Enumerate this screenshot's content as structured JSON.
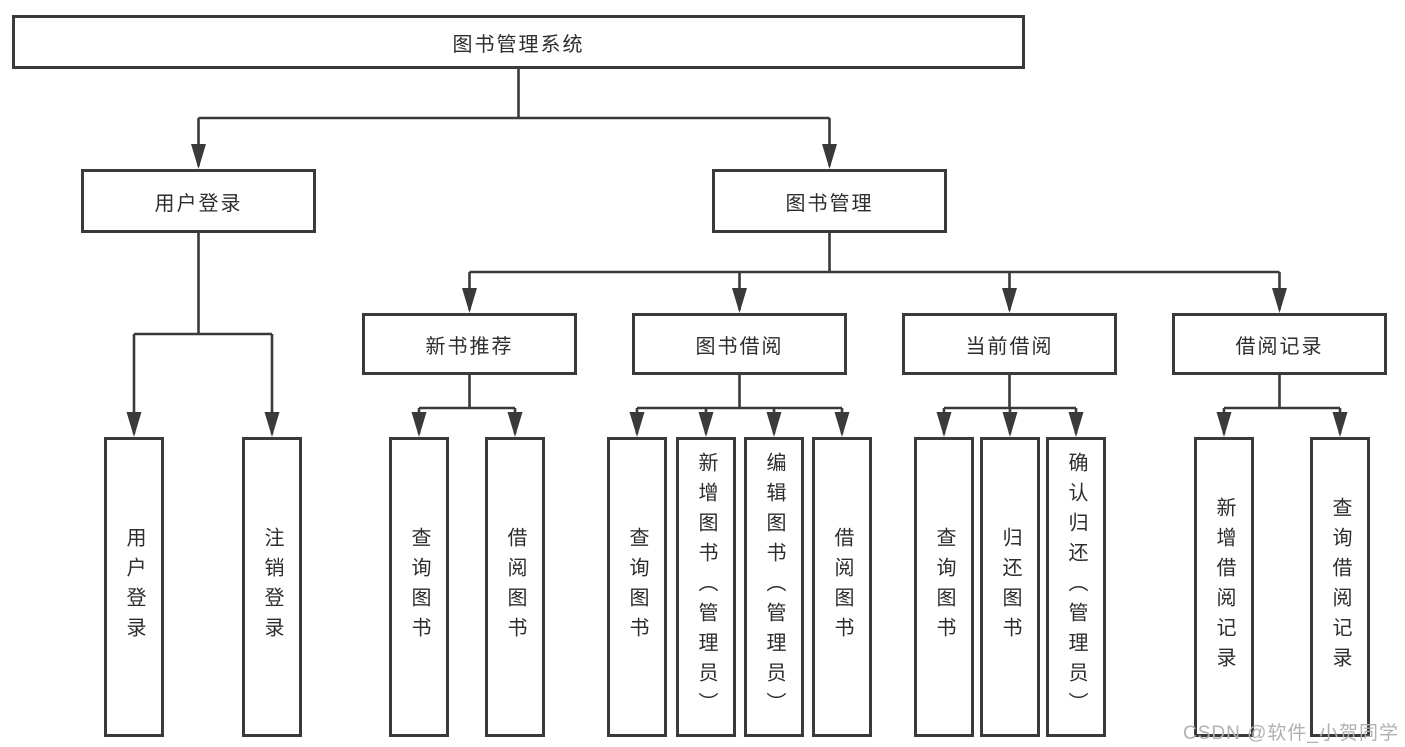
{
  "tree": {
    "root": {
      "label": "图书管理系统"
    },
    "branches": [
      {
        "label": "用户登录",
        "children": [
          "用户登录",
          "注销登录"
        ]
      },
      {
        "label": "图书管理",
        "sections": [
          {
            "label": "新书推荐",
            "children": [
              "查询图书",
              "借阅图书"
            ]
          },
          {
            "label": "图书借阅",
            "children": [
              "查询图书",
              "新增图书（管理员）",
              "编辑图书（管理员）",
              "借阅图书"
            ]
          },
          {
            "label": "当前借阅",
            "children": [
              "查询图书",
              "归还图书",
              "确认归还（管理员）"
            ]
          },
          {
            "label": "借阅记录",
            "children": [
              "新增借阅记录",
              "查询借阅记录"
            ]
          }
        ]
      }
    ]
  },
  "watermark": {
    "text": "CSDN @软件_小贺同学"
  },
  "colors": {
    "line": "#3a3a3a",
    "border": "#3a3a3a",
    "text": "#2d2d2d",
    "watermark": "#b3b0b0",
    "bg": "#ffffff"
  }
}
